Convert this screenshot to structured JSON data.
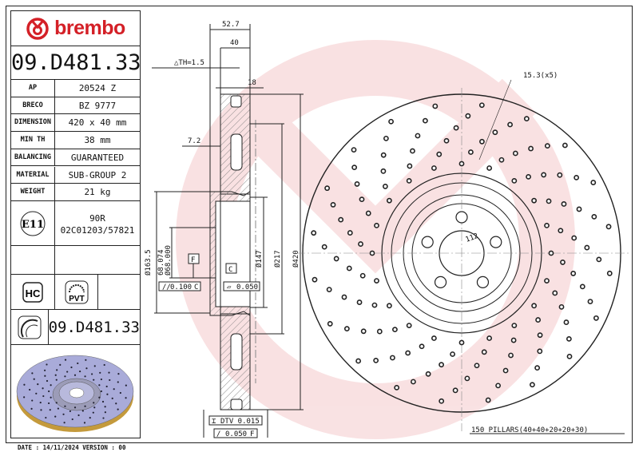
{
  "brand": {
    "name": "brembo",
    "color": "#d42027"
  },
  "part_number": "09.D481.33",
  "specs": [
    {
      "label": "AP",
      "value": "20524 Z"
    },
    {
      "label": "BRECO",
      "value": "BZ 9777"
    },
    {
      "label": "DIMENSION",
      "value": "420 x 40 mm"
    },
    {
      "label": "MIN TH",
      "value": "38 mm"
    },
    {
      "label": "BALANCING",
      "value": "GUARANTEED"
    },
    {
      "label": "MATERIAL",
      "value": "SUB-GROUP 2"
    },
    {
      "label": "WEIGHT",
      "value": "21 kg"
    }
  ],
  "homologation": {
    "mark": "E11",
    "line1": "90R",
    "line2": "02C01203/57821"
  },
  "badges": {
    "hc": "HC",
    "pvt": "PVT"
  },
  "reference_code": "09.D481.33",
  "footer": {
    "date": "DATE : 14/11/2024 VERSION : 00"
  },
  "dimensions": {
    "overall_width": "52.7",
    "thickness": "40",
    "delta_th": "△TH=1.5",
    "vane": "18",
    "offset": "7.2",
    "d_163": "Ø163.5",
    "d_bore_max": "68.074",
    "d_bore_min": "Ø68.000",
    "d_147": "Ø147",
    "d_217": "Ø217",
    "d_420": "Ø420",
    "datum_f": "F",
    "datum_c": "C",
    "parallelism": "0.100",
    "flatness": "0.050",
    "dtv": "DTV 0.015",
    "runout": "0.050",
    "bolt_holes": "15.3(x5)",
    "pcd": "112",
    "pillars": "150 PILLARS(40+40+20+20+30)"
  }
}
